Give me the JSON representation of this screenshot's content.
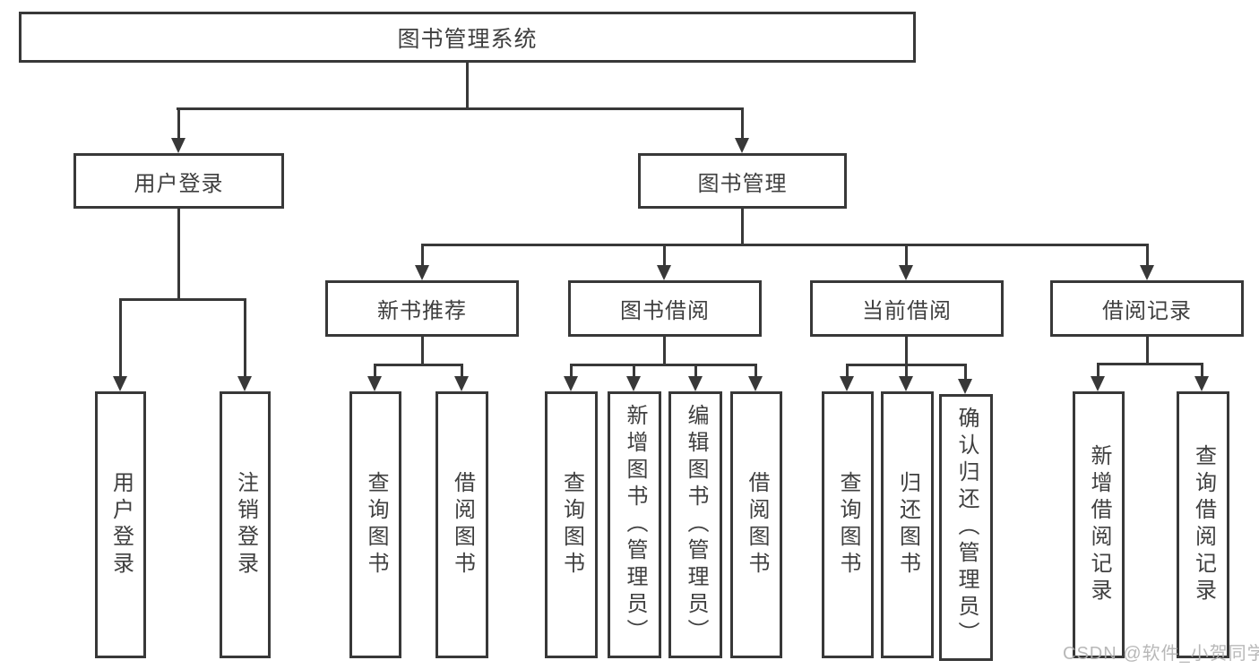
{
  "diagram": {
    "root": {
      "label": "图书管理系统"
    },
    "branches": [
      {
        "label": "用户登录",
        "children": [
          {
            "label": "用户登录"
          },
          {
            "label": "注销登录"
          }
        ]
      },
      {
        "label": "图书管理",
        "children": [
          {
            "label": "新书推荐",
            "children": [
              {
                "label": "查询图书"
              },
              {
                "label": "借阅图书"
              }
            ]
          },
          {
            "label": "图书借阅",
            "children": [
              {
                "label": "查询图书"
              },
              {
                "label": "新增图书（管理员）"
              },
              {
                "label": "编辑图书（管理员）"
              },
              {
                "label": "借阅图书"
              }
            ]
          },
          {
            "label": "当前借阅",
            "children": [
              {
                "label": "查询图书"
              },
              {
                "label": "归还图书"
              },
              {
                "label": "确认归还（管理员）"
              }
            ]
          },
          {
            "label": "借阅记录",
            "children": [
              {
                "label": "新增借阅记录"
              },
              {
                "label": "查询借阅记录"
              }
            ]
          }
        ]
      }
    ]
  },
  "watermark": {
    "text": "CSDN @软件_小贺同学"
  },
  "colors": {
    "line": "#383838",
    "text": "#3f3f3f",
    "background": "#ffffff",
    "watermark": "#b0b0b0"
  }
}
